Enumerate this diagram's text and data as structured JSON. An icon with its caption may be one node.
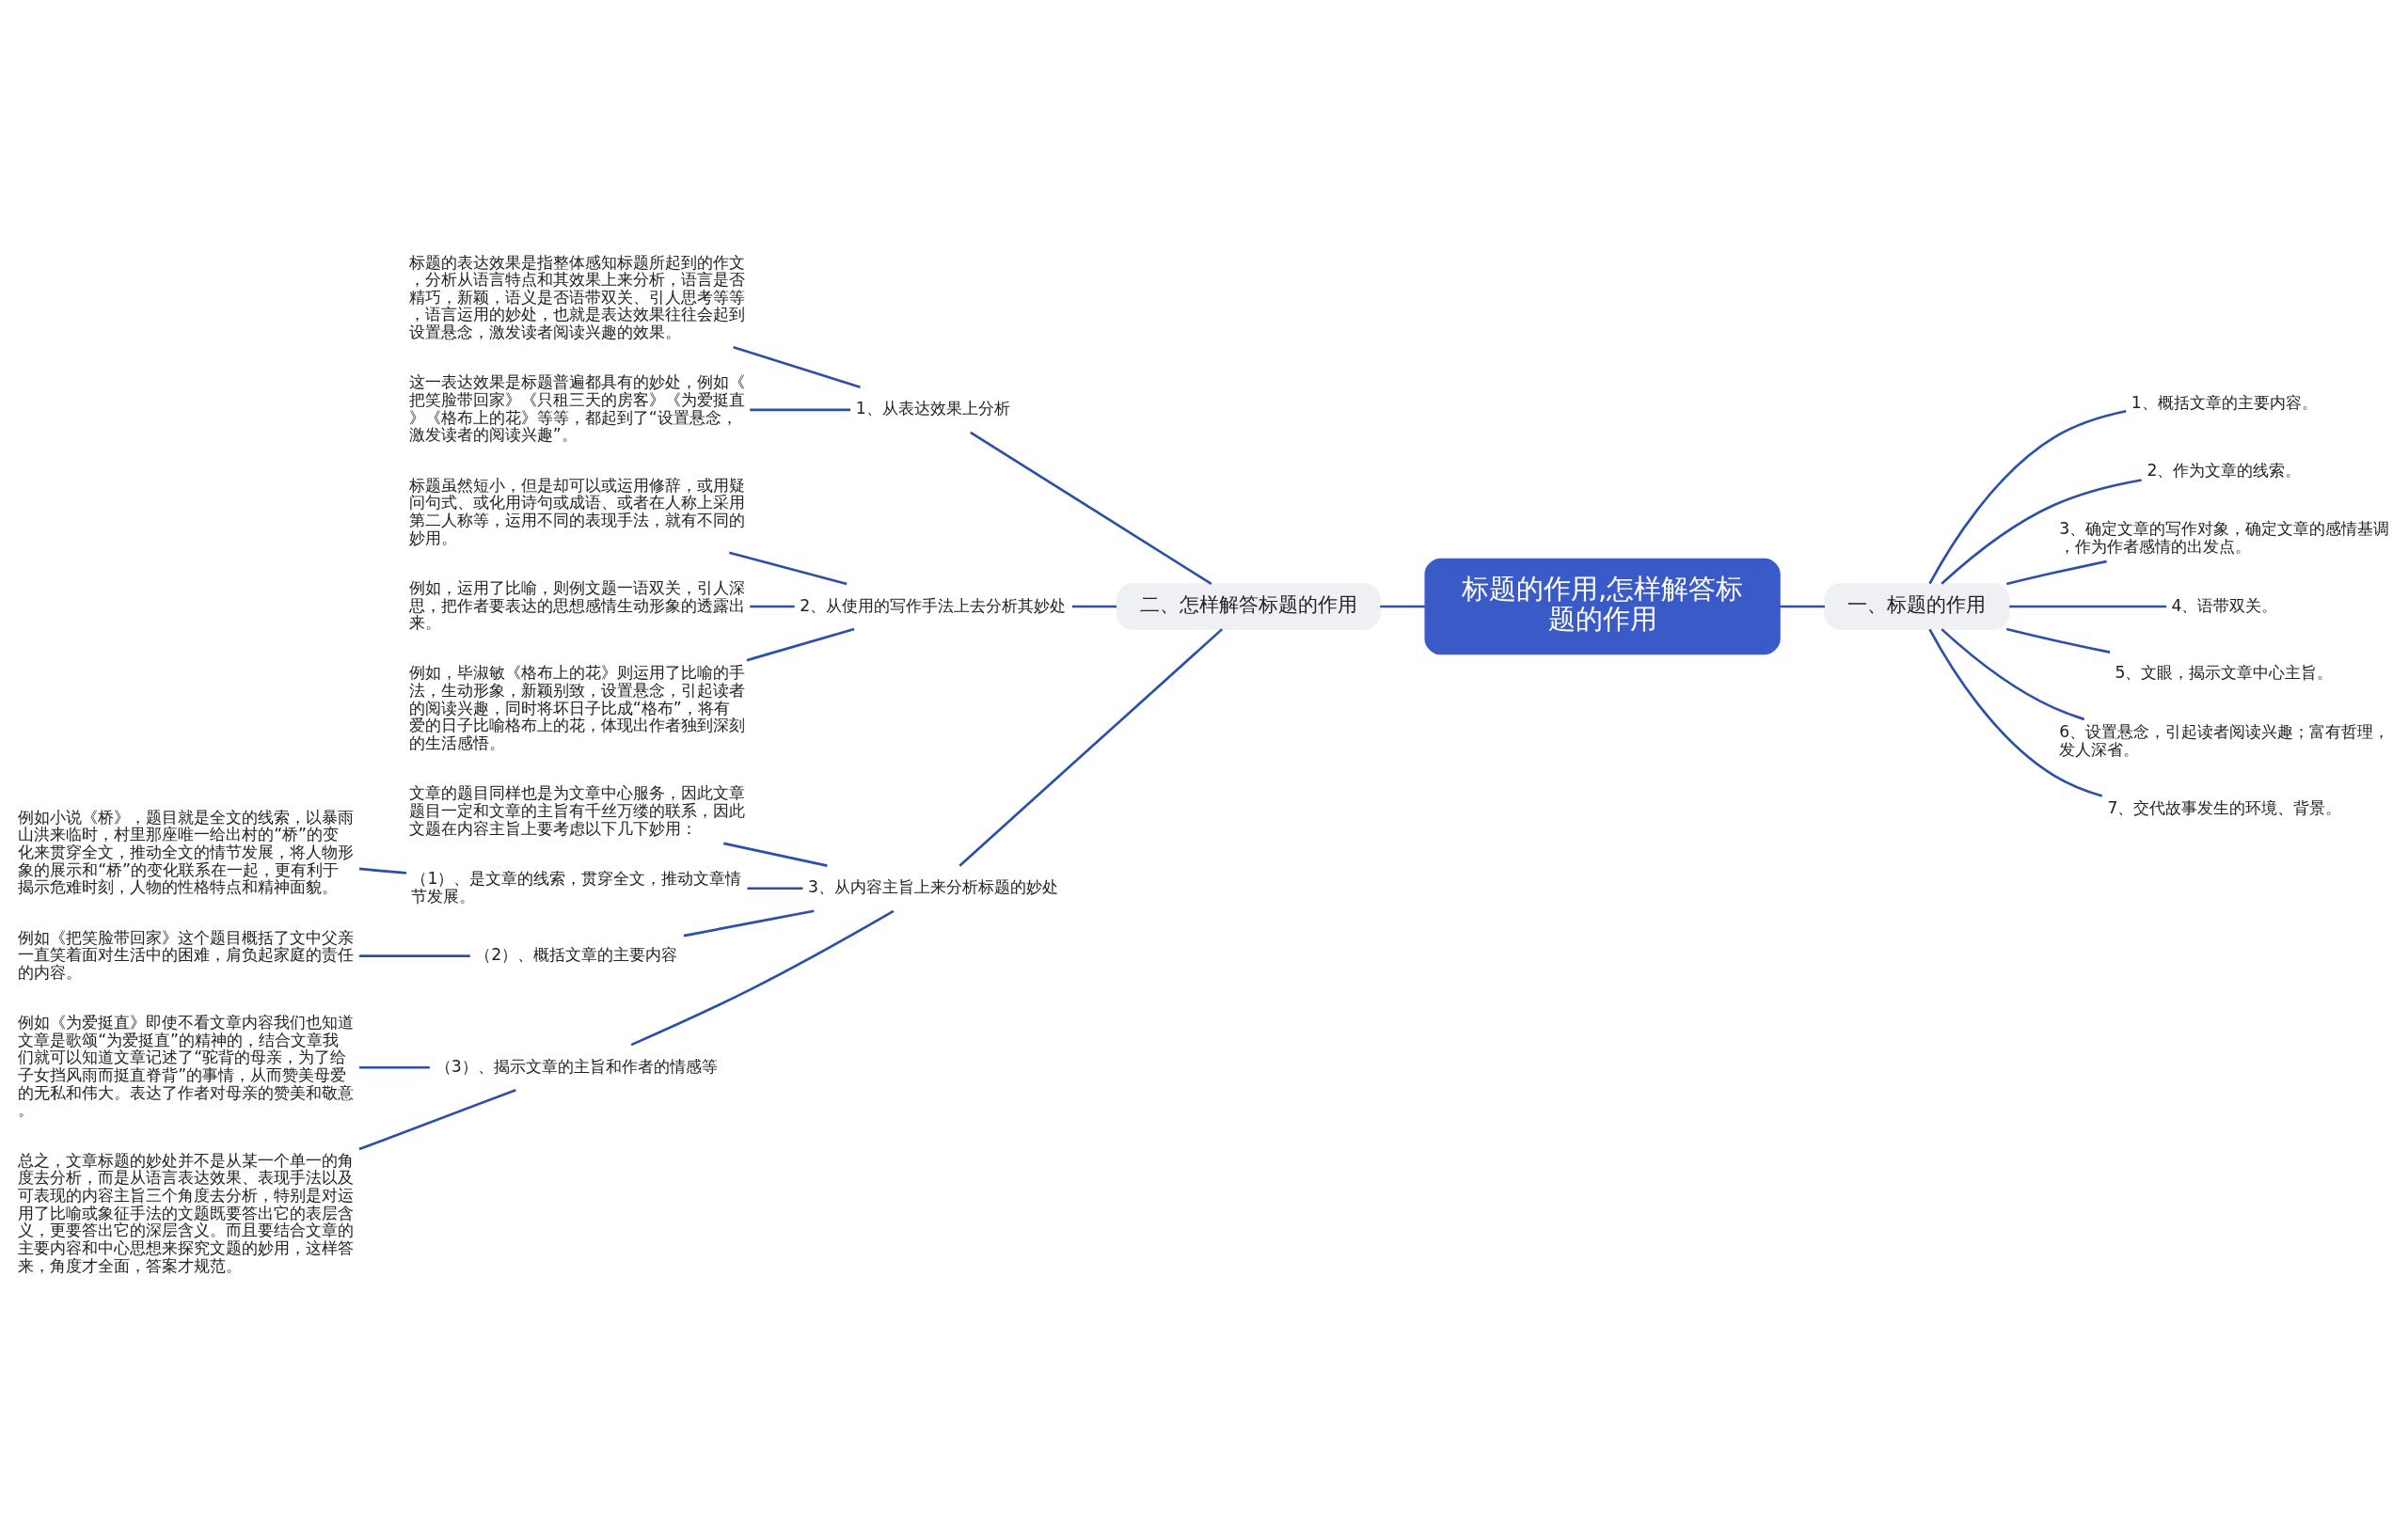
{
  "diagram": {
    "nodes": [
      {
        "text": [
          "标题的作用,怎样解答标题的作用"
        ]
      },
      {
        "text": [
          "一、标题的作用"
        ]
      },
      {
        "text": [
          "1、概括文章的主要内容。"
        ]
      },
      {
        "text": [
          "2、作为文章的线索。"
        ]
      },
      {
        "text": [
          "3、确定文章的写作对象，确定文章的感情基调，作为作者感情的出发点。"
        ]
      },
      {
        "text": [
          "4、语带双关。"
        ]
      },
      {
        "text": [
          "5、文眼，揭示文章中心主旨。"
        ]
      },
      {
        "text": [
          "6、设置悬念，引起读者阅读兴趣；富有哲理，发人深省。"
        ]
      },
      {
        "text": [
          "7、交代故事发生的环境、背景。"
        ]
      },
      {
        "text": [
          "二、怎样解答标题的作用"
        ]
      },
      {
        "text": [
          "1、从表达效果上分析"
        ]
      },
      {
        "text": [
          "标题的表达效果是指整体感知标题所起到的作文，分析从语言特点和其效果上来分析，语言是否精巧，新颖，语义是否语带双关、引人思考等等，语言运用的妙处，也就是表达效果往往会起到设置悬念，激发读者阅读兴趣的效果。"
        ]
      },
      {
        "text": [
          "这一表达效果是标题普遍都具有的妙处，例如《把笑脸带回家》《只租三天的房客》《为爱挺直》《格布上的花》等等，都起到了“设置悬念，激发读者的阅读兴趣”。"
        ]
      },
      {
        "text": [
          "2、从使用的写作手法上去分析其妙处"
        ]
      },
      {
        "text": [
          "标题虽然短小，但是却可以或运用修辞，或用疑问句式、或化用诗句或成语、或者在人称上采用第二人称等，运用不同的表现手法，就有不同的妙用。"
        ]
      },
      {
        "text": [
          "例如，运用了比喻，则例文题一语双关，引人深思，把作者要表达的思想感情生动形象的透露出来。"
        ]
      },
      {
        "text": [
          "例如，毕淑敏《格布上的花》则运用了比喻的手法，生动形象，新颖别致，设置悬念，引起读者的阅读兴趣，同时将坏日子比成“格布”，将有爱的日子比喻格布上的花，体现出作者独到深刻的生活感悟。"
        ]
      },
      {
        "text": [
          "3、从内容主旨上来分析标题的妙处"
        ]
      },
      {
        "text": [
          "文章的题目同样也是为文章中心服务，因此文章题目一定和文章的主旨有千丝万缕的联系，因此文题在内容主旨上要考虑以下几下妙用："
        ]
      },
      {
        "text": [
          "（1）、是文章的线索，贯穿全文，推动文章情节发展。"
        ]
      },
      {
        "text": [
          "例如小说《桥》，题目就是全文的线索，以暴雨山洪来临时，村里那座唯一给出村的“桥”的变化来贯穿全文，推动全文的情节发展，将人物形象的展示和“桥”的变化联系在一起，更有利于揭示危难时刻，人物的性格特点和精神面貌。"
        ]
      },
      {
        "text": [
          "（2）、概括文章的主要内容"
        ]
      },
      {
        "text": [
          "例如《把笑脸带回家》这个题目概括了文中父亲一直笑着面对生活中的困难，肩负起家庭的责任的内容。"
        ]
      },
      {
        "text": [
          "（3）、揭示文章的主旨和作者的情感等"
        ]
      },
      {
        "text": [
          "例如《为爱挺直》即使不看文章内容我们也知道文章是歌颂“为爱挺直”的精神的，结合文章我们就可以知道文章记述了“驼背的母亲，为了给子女挡风雨而挺直脊背”的事情，从而赞美母爱的无私和伟大。表达了作者对母亲的赞美和敬意。"
        ]
      },
      {
        "text": [
          "总之，文章标题的妙处并不是从某一个单一的角度去分析，而是从语言表达效果、表现手法以及可表现的内容主旨三个角度去分析，特别是对运用了比喻或象征手法的文题既要答出它的表层含义，更要答出它的深层含义。而且要结合文章的主要内容和中心思想来探究文题的妙用，这样答来，角度才全面，答案才规范。"
        ]
      }
    ],
    "edges": [
      {
        "from": 0,
        "to": 1,
        "arrow": "none"
      },
      {
        "from": 1,
        "to": 2,
        "arrow": "none"
      },
      {
        "from": 1,
        "to": 3,
        "arrow": "none"
      },
      {
        "from": 1,
        "to": 4,
        "arrow": "none"
      },
      {
        "from": 1,
        "to": 5,
        "arrow": "none"
      },
      {
        "from": 1,
        "to": 6,
        "arrow": "none"
      },
      {
        "from": 1,
        "to": 7,
        "arrow": "none"
      },
      {
        "from": 1,
        "to": 8,
        "arrow": "none"
      },
      {
        "from": 0,
        "to": 9,
        "arrow": "none"
      },
      {
        "from": 9,
        "to": 10,
        "arrow": "none"
      },
      {
        "from": 10,
        "to": 11,
        "arrow": "none"
      },
      {
        "from": 10,
        "to": 12,
        "arrow": "none"
      },
      {
        "from": 9,
        "to": 13,
        "arrow": "none"
      },
      {
        "from": 13,
        "to": 14,
        "arrow": "none"
      },
      {
        "from": 13,
        "to": 15,
        "arrow": "none"
      },
      {
        "from": 13,
        "to": 16,
        "arrow": "none"
      },
      {
        "from": 9,
        "to": 17,
        "arrow": "none"
      },
      {
        "from": 17,
        "to": 18,
        "arrow": "none"
      },
      {
        "from": 17,
        "to": 19,
        "arrow": "none"
      },
      {
        "from": 19,
        "to": 20,
        "arrow": "none"
      },
      {
        "from": 17,
        "to": 21,
        "arrow": "none"
      },
      {
        "from": 21,
        "to": 22,
        "arrow": "none"
      },
      {
        "from": 17,
        "to": 23,
        "arrow": "none"
      },
      {
        "from": 23,
        "to": 24,
        "arrow": "none"
      },
      {
        "from": 23,
        "to": 25,
        "arrow": "none"
      }
    ]
  }
}
